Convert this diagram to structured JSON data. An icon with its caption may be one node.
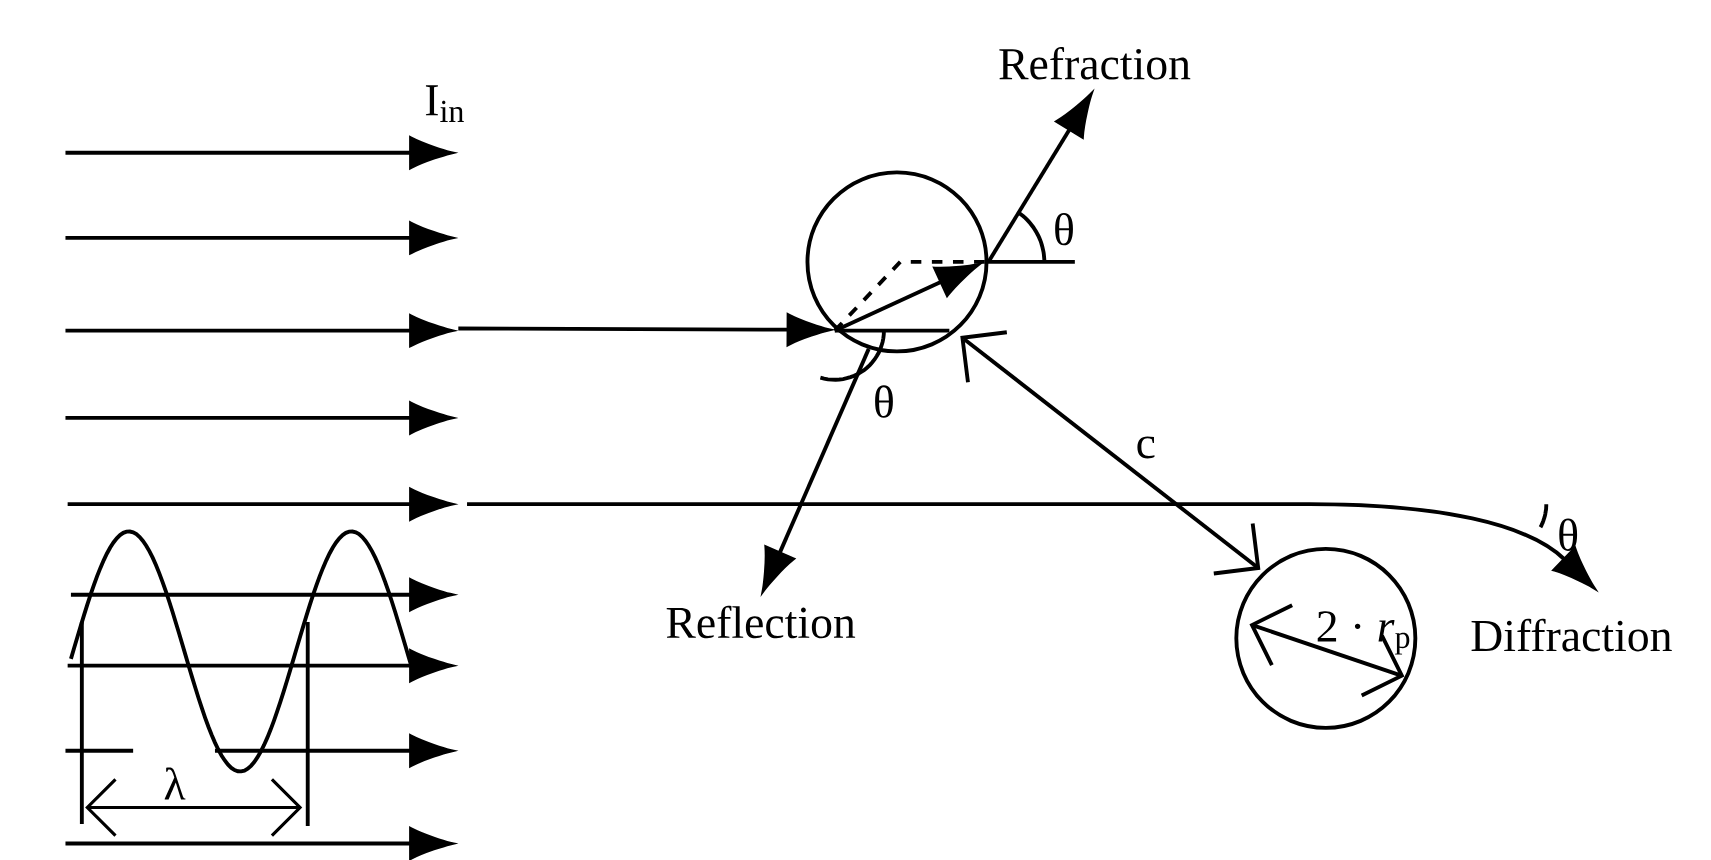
{
  "diagram": {
    "nodes": [
      {
        "text": [
          "Refraction"
        ]
      },
      {
        "text": [],
        "shape": "circle"
      },
      {
        "text": [
          "Reflection"
        ]
      },
      {
        "text": [],
        "shape": "circle"
      },
      {
        "text": [
          "Diffraction"
        ]
      }
    ],
    "edges": [
      {
        "from": null,
        "to": 1,
        "arrow": "to"
      },
      {
        "from": 1,
        "to": 0,
        "arrow": "to"
      },
      {
        "from": 1,
        "to": 2,
        "arrow": "to"
      },
      {
        "from": null,
        "to": 4,
        "arrow": "to"
      }
    ],
    "labels": [
      "I$_{in}$",
      "θ",
      "θ",
      "c",
      "θ",
      "2 · *r*$_{p}$",
      "λ"
    ]
  }
}
